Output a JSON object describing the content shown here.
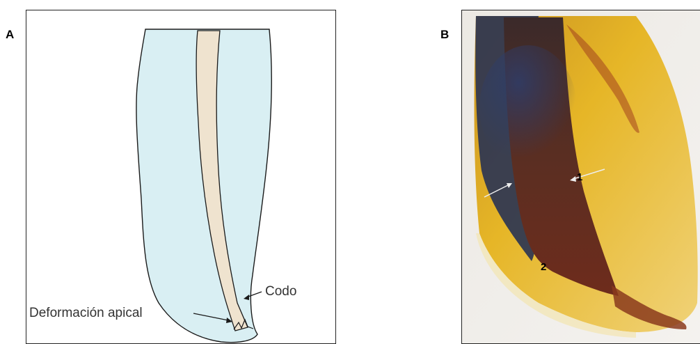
{
  "panel_a": {
    "letter": "A",
    "labels": {
      "codo": "Codo",
      "deformacion": "Deformación apical"
    }
  },
  "panel_b": {
    "letter": "B",
    "markers": {
      "one": "1",
      "two": "2"
    }
  },
  "colors": {
    "tooth_fill": "#d7eef2",
    "canal_fill": "#efe2cc",
    "stain_yellow": "#e8b820",
    "stain_blue": "#3a4560",
    "stain_brown": "#7a2e18"
  }
}
